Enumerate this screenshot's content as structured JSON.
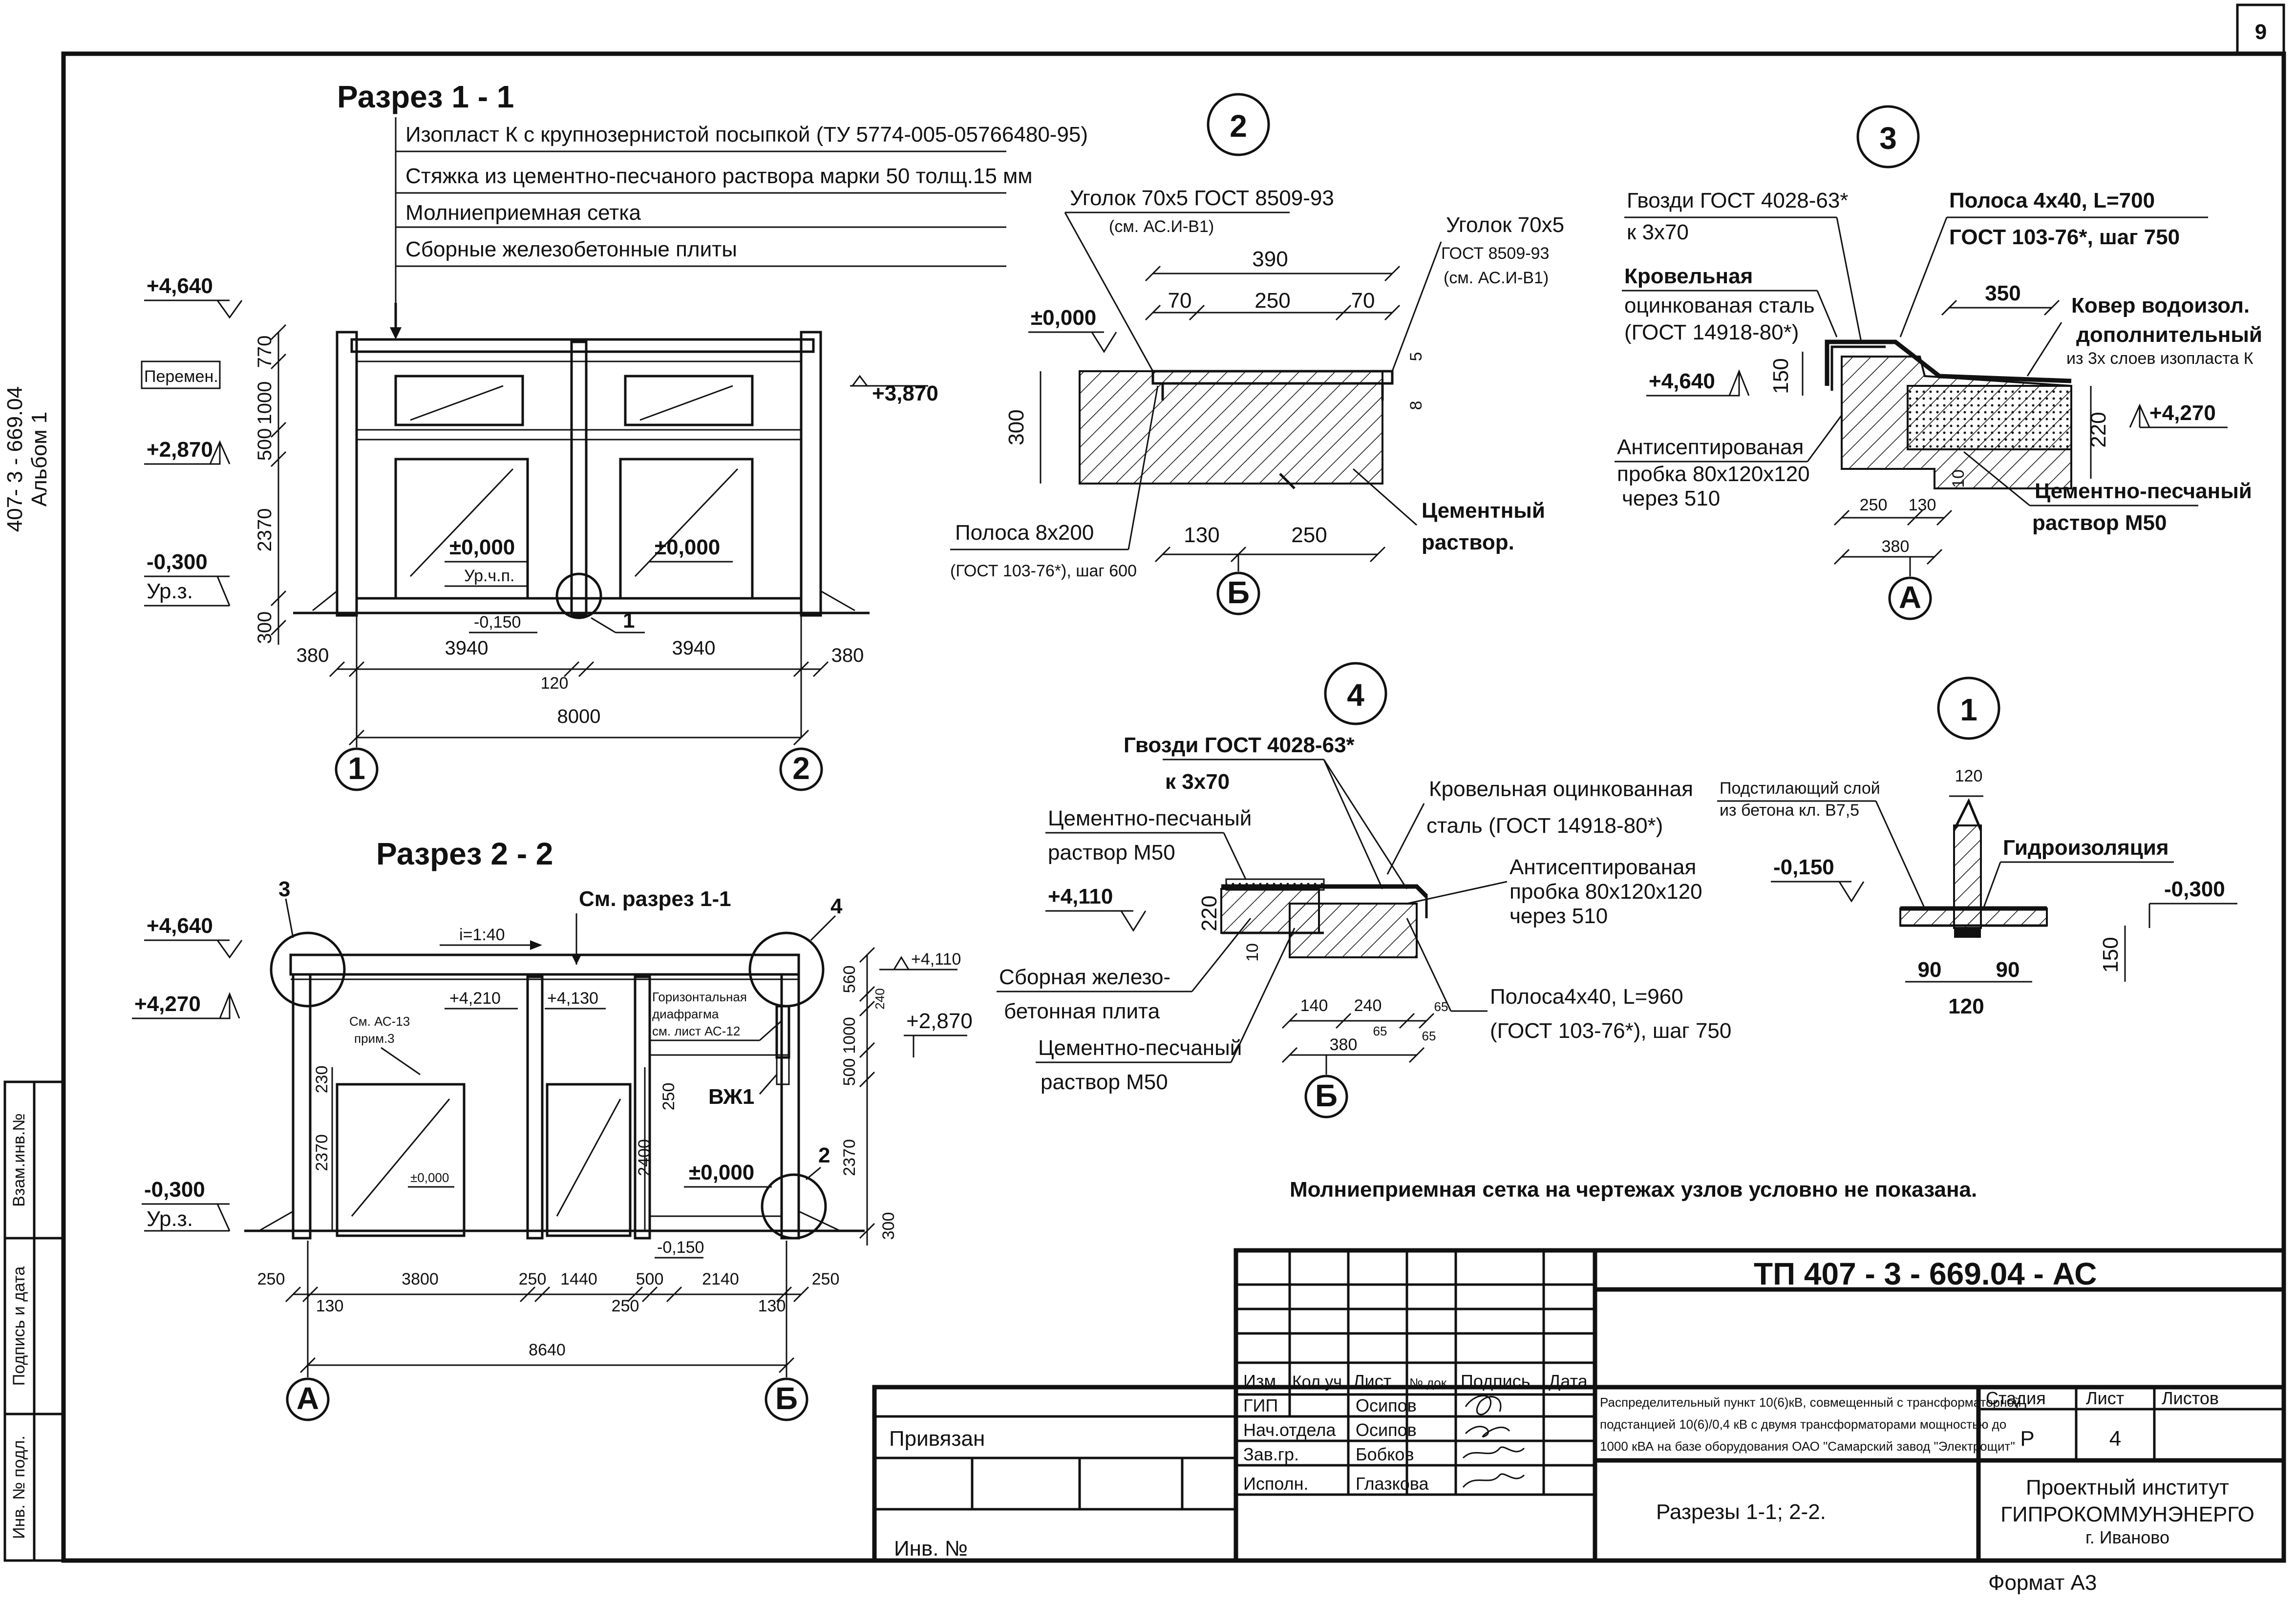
{
  "sheet": {
    "page_no": "9",
    "side_code": "407- 3 - 669.04",
    "side_album": "Альбом 1",
    "note": "Молниеприемная сетка на чертежах узлов условно не показана.",
    "format": "Формат А3"
  },
  "sec1": {
    "title": "Разрез  1 - 1",
    "layers": [
      "Изопласт К с крупнозернистой посыпкой (ТУ 5774-005-05766480-95)",
      "Стяжка из цементно-песчаного раствора марки 50   толщ.15 мм",
      "Молниеприемная сетка",
      "Сборные железобетонные плиты"
    ],
    "lev_4640": "+4,640",
    "lev_peremen": "Перемен.",
    "lev_2870": "+2,870",
    "lev_m0300": "-0,300",
    "urz": "Ур.з.",
    "lev_3870": "+3,870",
    "lev_0_a": "±0,000",
    "urchp": "Ур.ч.п.",
    "lev_0_b": "±0,000",
    "lev_m0150": "-0,150",
    "node1": "1",
    "vdims": [
      "770",
      "1000",
      "500",
      "2370",
      "300"
    ],
    "hdims": [
      "380",
      "3940",
      "3940",
      "380",
      "120",
      "8000"
    ],
    "axis_1": "1",
    "axis_2": "2"
  },
  "sec2": {
    "title": "Разрез  2 - 2",
    "see": "См. разрез 1-1",
    "slope": "i=1:40",
    "mark3": "3",
    "mark4": "4",
    "mark2": "2",
    "lev_4640": "+4,640",
    "lev_4270": "+4,270",
    "lev_4210": "+4,210",
    "lev_4130": "+4,130",
    "diaph1": "Горизонтальная",
    "diaph2": "диафрагма",
    "diaph3": "см. лист АС-12",
    "vzh": "ВЖ1",
    "as13a": "См. АС-13",
    "as13b": "прим.3",
    "lev_4110": "+4,110",
    "lev_2870": "+2,870",
    "lev_0_big": "±0,000",
    "lev_0_small": "±0,000",
    "lev_m0150": "-0,150",
    "lev_m0300": "-0,300",
    "urz": "Ур.з.",
    "vdims_l": [
      "230",
      "2370"
    ],
    "vdims_m": [
      "250",
      "2400"
    ],
    "vdims_r": [
      "560",
      "240",
      "1000",
      "500",
      "2370",
      "300"
    ],
    "hdims": [
      "250",
      "130",
      "3800",
      "250",
      "1440",
      "250",
      "500",
      "2140",
      "130",
      "250",
      "8640"
    ],
    "axis_a": "А",
    "axis_b": "Б"
  },
  "node2": {
    "num": "2",
    "l1": "Уголок 70х5  ГОСТ 8509-93",
    "l1b": "(см. АС.И-В1)",
    "l2": "Уголок 70х5",
    "l2b": "ГОСТ 8509-93",
    "l2c": "(см. АС.И-В1)",
    "lev": "±0,000",
    "d390": "390",
    "d70a": "70",
    "d250": "250",
    "d70b": "70",
    "d5": "5",
    "d8": "8",
    "d300": "300",
    "p1": "Полоса 8х200",
    "p1b": "(ГОСТ 103-76*), шаг 600",
    "d130": "130",
    "d250b": "250",
    "cem1": "Цементный",
    "cem2": "раствор.",
    "axis": "Б"
  },
  "node3": {
    "num": "3",
    "nails1": "Гвозди ГОСТ 4028-63*",
    "nails2": "к 3х70",
    "strip1": "Полоса 4х40, L=700",
    "strip2": "ГОСТ 103-76*, шаг 750",
    "roof1": "Кровельная",
    "roof2": "оцинкованая сталь",
    "roof3": "(ГОСТ 14918-80*)",
    "d350": "350",
    "cov1": "Ковер водоизол.",
    "cov2": "дополнительный",
    "cov3": "из 3х слоев изопласта К",
    "lev_4640": "+4,640",
    "d150": "150",
    "lev_4270": "+4,270",
    "d220": "220",
    "plug1": "Антисептированая",
    "plug2": "пробка 80х120х120",
    "plug3": "через 510",
    "d10": "10",
    "cem1": "Цементно-песчаный",
    "cem2": "раствор  М50",
    "d250": "250",
    "d130": "130",
    "d380": "380",
    "axis": "А"
  },
  "node4": {
    "num": "4",
    "nails1": "Гвозди ГОСТ 4028-63*",
    "nails2": "к 3х70",
    "cem1": "Цементно-песчаный",
    "cem2": "раствор  М50",
    "roof1": "Кровельная оцинкованная",
    "roof2": "сталь (ГОСТ 14918-80*)",
    "plug1": "Антисептированая",
    "plug2": "пробка 80х120х120",
    "plug3": "через 510",
    "lev": "+4,110",
    "d220": "220",
    "slab1": "Сборная железо-",
    "slab2": "бетонная плита",
    "cemb1": "Цементно-песчаный",
    "cemb2": "раствор М50",
    "d10": "10",
    "strip1": "Полоса4х40, L=960",
    "strip2": "(ГОСТ 103-76*), шаг 750",
    "d140": "140",
    "d240": "240",
    "d65a": "65",
    "d380": "380",
    "d65b": "65",
    "d65c": "65",
    "axis": "Б"
  },
  "node1": {
    "num": "1",
    "sub1": "Подстилающий слой",
    "sub2": "из бетона кл. В7,5",
    "d120t": "120",
    "hydro": "Гидроизоляция",
    "lev_m0150": "-0,150",
    "lev_m0300": "-0,300",
    "d90a": "90",
    "d90b": "90",
    "d150": "150",
    "d120b": "120"
  },
  "stamp": {
    "code": "ТП   407 - 3 - 669.04 - АС",
    "privyazan": "Привязан",
    "inv": "Инв. №",
    "h_izm": "Изм.",
    "h_kol": "Кол.уч.",
    "h_list": "Лист",
    "h_ndok": "№ док.",
    "h_podp": "Подпись",
    "h_date": "Дата",
    "roles": [
      "ГИП",
      "Нач.отдела",
      "Зав.гр.",
      "Исполн."
    ],
    "names": [
      "Осипов",
      "Осипов",
      "Бобков",
      "Глазкова"
    ],
    "desc1": "Распределительный пункт 10(6)кВ, совмещенный с трансформаторной",
    "desc2": "подстанцией 10(6)/0,4 кВ с двумя трансформаторами мощностью до",
    "desc3": "1000 кВА на базе оборудования ОАО \"Самарский завод \"Электрощит\"",
    "h_stage": "Стадия",
    "h_sheet": "Лист",
    "h_sheets": "Листов",
    "stage": "Р",
    "sheet": "4",
    "sheets": "",
    "title": "Разрезы 1-1; 2-2.",
    "org1": "Проектный институт",
    "org2": "ГИПРОКОММУНЭНЕРГО",
    "org3": "г. Иваново"
  },
  "side": {
    "vzam": "Взам.инв.№",
    "podp": "Подпись и дата",
    "invp": "Инв. № подл."
  }
}
